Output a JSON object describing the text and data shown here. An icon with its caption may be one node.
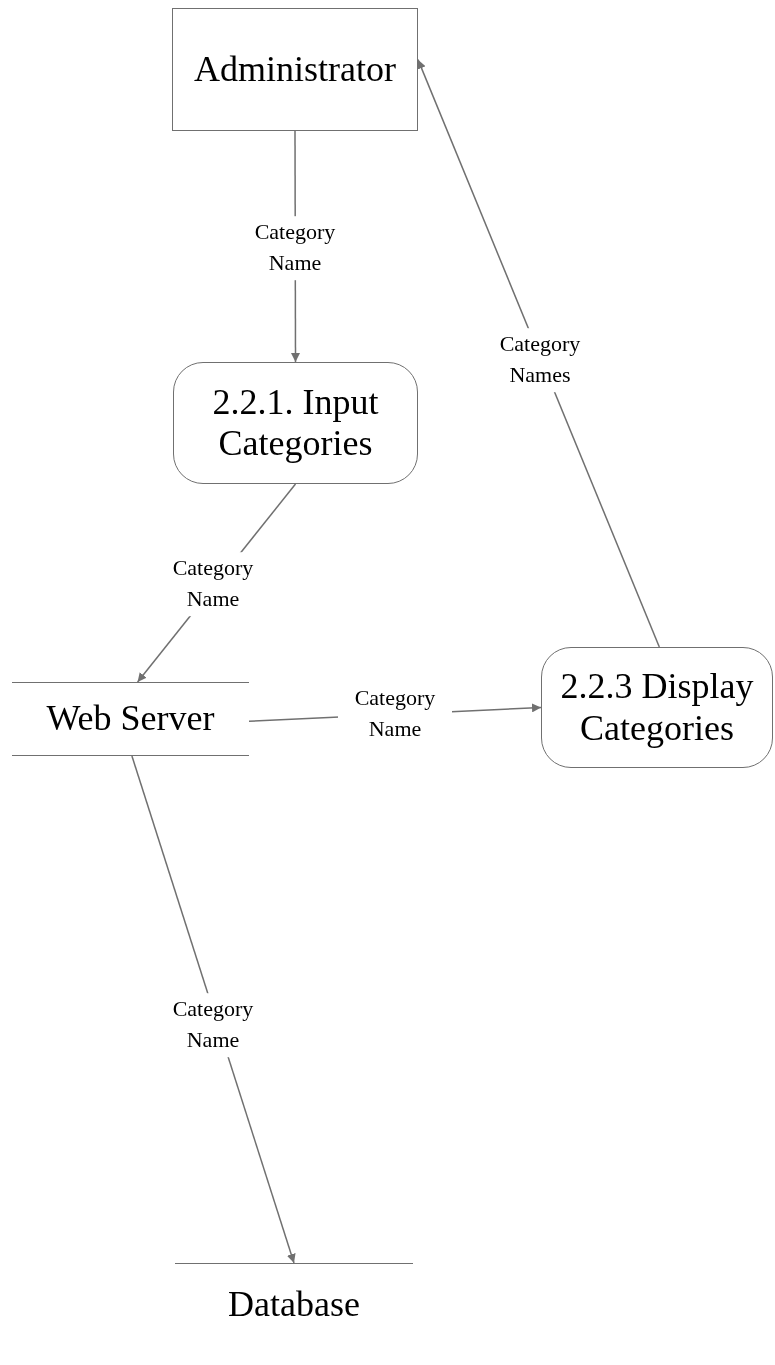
{
  "diagram": {
    "nodes": [
      {
        "text": [
          "Administrator"
        ]
      },
      {
        "text": [
          "2.2.1. Input Categories"
        ]
      },
      {
        "text": [
          "Web Server"
        ]
      },
      {
        "text": [
          "2.2.3 Display Categories"
        ]
      },
      {
        "text": [
          "Database"
        ]
      }
    ],
    "edges": [
      {
        "from": 0,
        "to": 1,
        "arrow": "to",
        "label": "Category Name"
      },
      {
        "from": 1,
        "to": 2,
        "arrow": "to",
        "label": "Category Name"
      },
      {
        "from": 2,
        "to": 3,
        "arrow": "to",
        "label": "Category Name"
      },
      {
        "from": 3,
        "to": 0,
        "arrow": "to",
        "label": "Category Names"
      },
      {
        "from": 2,
        "to": 4,
        "arrow": "to",
        "label": "Category Name"
      }
    ]
  }
}
